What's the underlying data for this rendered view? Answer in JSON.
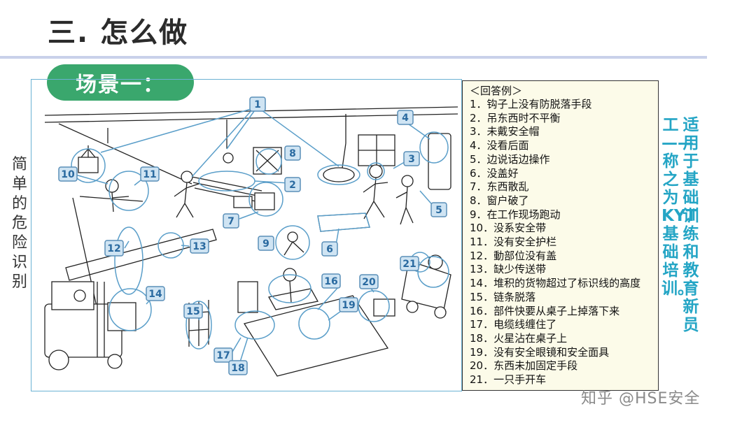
{
  "page": {
    "title": "三. 怎么做",
    "scene_label": "场景一：",
    "side_label": "简单的危险识别",
    "right_note_col1": "适用于基础训练和教育新员",
    "right_note_col2": "工——称之为KYT基础培训。",
    "watermark": "知乎 @HSE安全"
  },
  "answers": {
    "header": "＜回答例＞",
    "items": [
      "1．钩子上没有防脱落手段",
      "2．吊东西时不平衡",
      "3．未戴安全帽",
      "4．没看后面",
      "5．边说话边操作",
      "6．没盖好",
      "7．东西散乱",
      "8．窗户破了",
      "9．在工作现场跑动",
      "10．没系安全带",
      "11．没有安全护栏",
      "12．動部位没有盖",
      "13．缺少传送带",
      "14．堆积的货物超过了标识线的高度",
      "15．链条脱落",
      "16．部件快要从桌子上掉落下来",
      "17．电缆线缠住了",
      "18．火星沾在桌子上",
      "19．没有安全眼镜和安全面具",
      "20．东西未加固定手段",
      "21．一只手开车"
    ]
  },
  "markers": [
    "1",
    "2",
    "3",
    "4",
    "5",
    "6",
    "7",
    "8",
    "9",
    "10",
    "11",
    "12",
    "13",
    "14",
    "15",
    "16",
    "17",
    "18",
    "19",
    "20",
    "21"
  ],
  "colors": {
    "badge_green": "#3aa76d",
    "vertical_text_blue": "#24a5c5",
    "frame_blue": "#6bb2d3",
    "answer_bg": "#fcfbe9"
  }
}
